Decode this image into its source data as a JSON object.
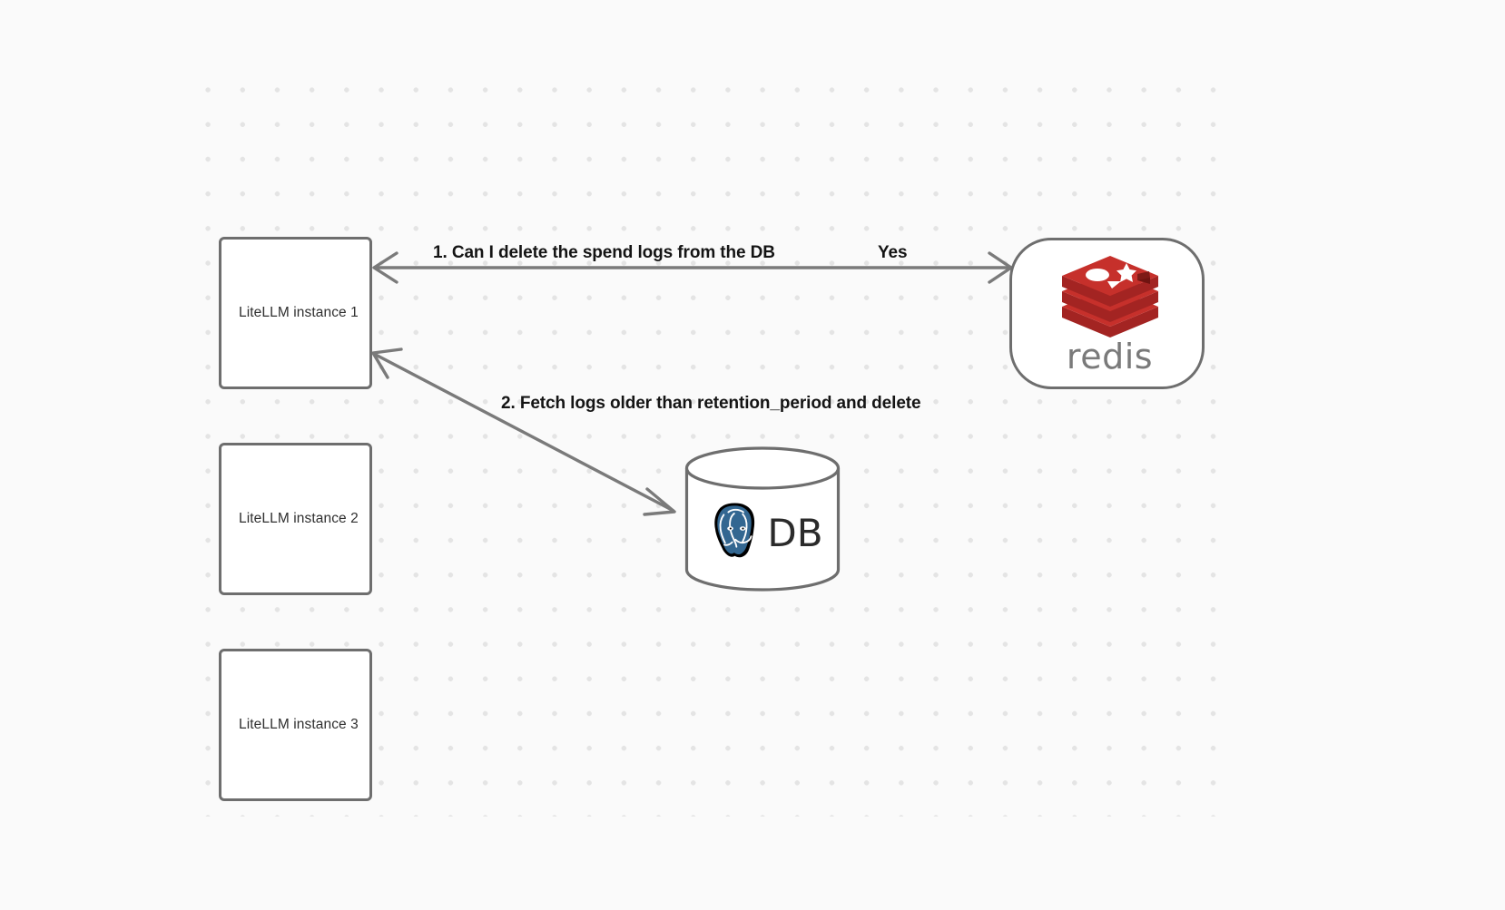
{
  "canvas": {
    "background_color": "#fafafa",
    "grid_dot_color": "#e4e4e4",
    "node_border_color": "#6e6e6e",
    "edge_color": "#7a7a7a",
    "label_color": "#141414"
  },
  "nodes": [
    {
      "id": "litellm-1",
      "label": "LiteLLM instance 1",
      "shape": "rect"
    },
    {
      "id": "litellm-2",
      "label": "LiteLLM instance 2",
      "shape": "rect"
    },
    {
      "id": "litellm-3",
      "label": "LiteLLM instance 3",
      "shape": "rect"
    },
    {
      "id": "redis",
      "label": "redis",
      "shape": "rounded-rect",
      "logo_color": "#c6302b"
    },
    {
      "id": "db",
      "label": "DB",
      "shape": "cylinder",
      "logo_color": "#336791"
    }
  ],
  "edges": [
    {
      "id": "edge-1",
      "from": "litellm-1",
      "to": "redis",
      "label": "1.  Can I delete the spend logs from the DB",
      "reply_label": "Yes",
      "direction": "bidirectional"
    },
    {
      "id": "edge-2",
      "from": "db",
      "to": "litellm-1",
      "label": "2.  Fetch logs older than retention_period and delete",
      "direction": "bidirectional"
    }
  ]
}
